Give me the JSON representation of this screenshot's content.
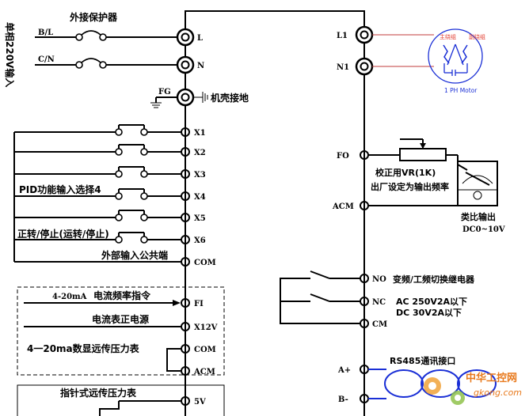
{
  "supply": {
    "vertical_label": "单相220V输入",
    "breaker_label": "外接保护器",
    "line_label": "B/L",
    "neutral_label": "C/N",
    "fg_label": "FG",
    "ground_label": "机壳接地"
  },
  "left_terminals": {
    "L": "L",
    "N": "N",
    "X1": "X1",
    "X2": "X2",
    "X3": "X3",
    "X4": "X4",
    "X5": "X5",
    "X6": "X6",
    "COM": "COM",
    "FI": "FI",
    "X12V": "X12V",
    "COM2": "COM",
    "ACM": "ACM",
    "V5": "5V"
  },
  "inputs": {
    "pid_label": "PID功能输入选择4",
    "run_label": "正转/停止(运转/停止)",
    "common_label": "外部输入公共端"
  },
  "analog": {
    "signal_range": "4-20mA",
    "freq_cmd": "电流频率指令",
    "meter_power": "电流表正电源",
    "remote_gauge": "4一20ma数显远传压力表",
    "pointer_gauge": "指针式远传压力表"
  },
  "right_terminals": {
    "L1": "L1",
    "N1": "N1",
    "FO": "FO",
    "ACM": "ACM",
    "NO": "NO",
    "NC": "NC",
    "CM": "CM",
    "Aplus": "A+",
    "Bminus": "B-"
  },
  "motor": {
    "main_winding": "主绕组",
    "aux_winding": "副绕组",
    "label": "1 PH Motor"
  },
  "output": {
    "vr_label": "校正用VR(1K)",
    "factory_label": "出厂设定为输出频率",
    "analog_out": "类比输出",
    "range": "DC0~10V"
  },
  "relay": {
    "label": "变频/工频切换继电器",
    "ac_rating": "AC 250V2A以下",
    "dc_rating": "DC 30V2A以下"
  },
  "comm": {
    "label": "RS485通讯接口"
  },
  "watermark": {
    "title": "中华工控网",
    "url": "gkong.com"
  },
  "colors": {
    "wire": "#000000",
    "motor_wire": "#1a2fd6",
    "winding": "#e23b2e",
    "watermark": "#e8791c"
  }
}
